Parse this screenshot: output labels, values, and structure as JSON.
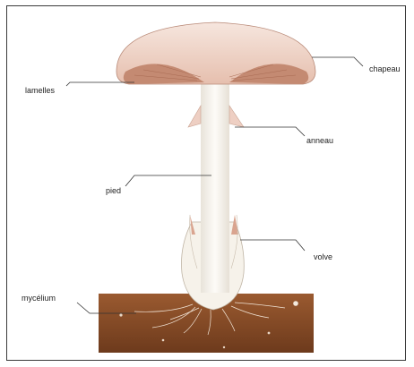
{
  "labels": {
    "chapeau": "chapeau",
    "lamelles": "lamelles",
    "anneau": "anneau",
    "pied": "pied",
    "volve": "volve",
    "mycelium": "mycélium"
  },
  "colors": {
    "frame": "#3a3a3a",
    "cap_top": "#f2dfd6",
    "cap_edge": "#d9a48f",
    "gills": "#c48a72",
    "stem": "#fbf8f2",
    "soil": "#8a4f2a",
    "soil_dark": "#6d3a1c"
  }
}
